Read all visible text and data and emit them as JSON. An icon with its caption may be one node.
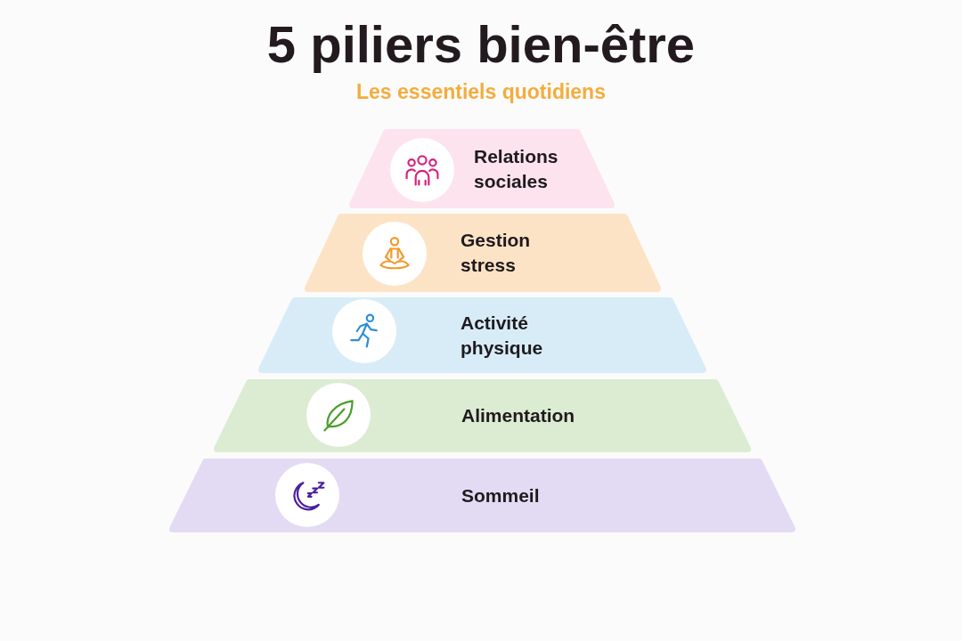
{
  "diagram": {
    "title": "5 piliers bien-être",
    "nodes": [
      {
        "text": [
          "Relations sociales"
        ]
      },
      {
        "text": [
          "Gestion stress"
        ]
      },
      {
        "text": [
          "Activité physique"
        ]
      },
      {
        "text": [
          "Alimentation"
        ]
      },
      {
        "text": [
          "Sommeil"
        ]
      }
    ],
    "labels": [
      "Les essentiels quotidiens"
    ]
  }
}
